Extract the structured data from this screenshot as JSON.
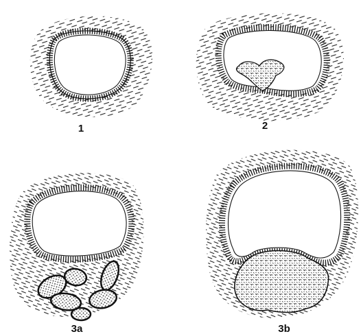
{
  "figure": {
    "panels": [
      {
        "id": "p1",
        "label": "1"
      },
      {
        "id": "p2",
        "label": "2"
      },
      {
        "id": "p3a",
        "label": "3a"
      },
      {
        "id": "p3b",
        "label": "3b"
      }
    ]
  }
}
